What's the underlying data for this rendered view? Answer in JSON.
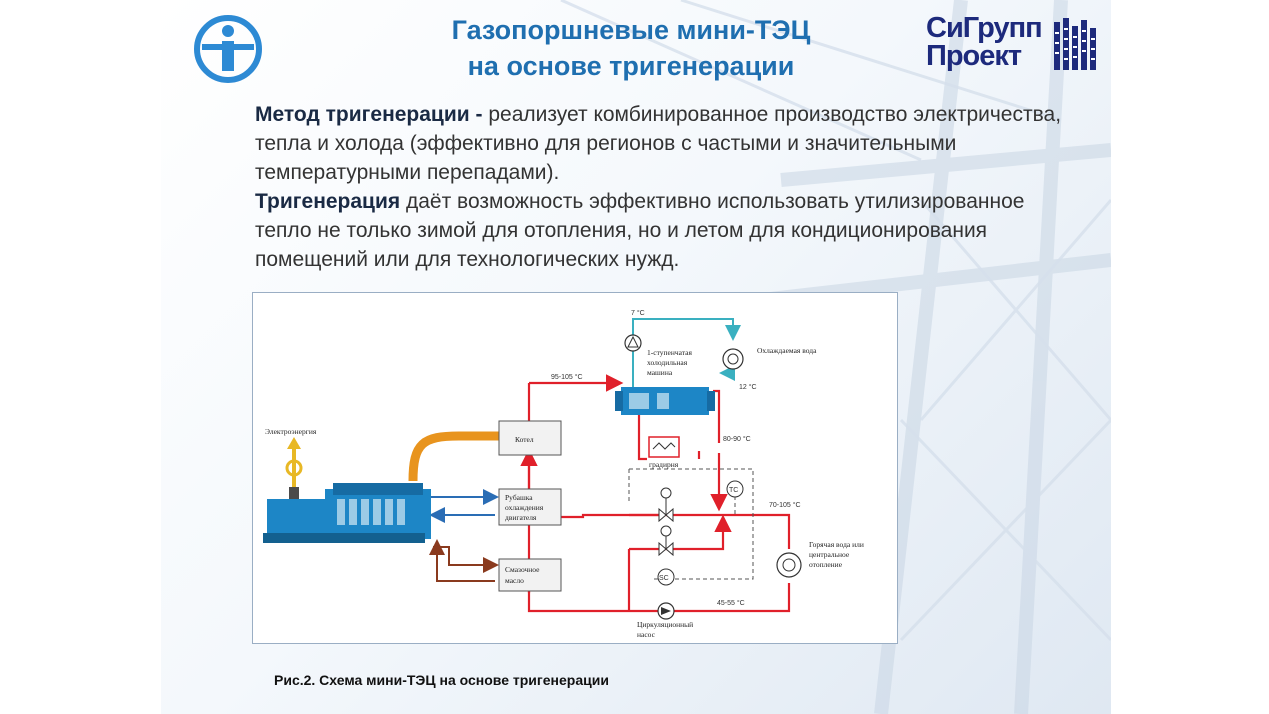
{
  "title": {
    "line1": "Газопоршневые мини-ТЭЦ",
    "line2": "на основе тригенерации"
  },
  "logo": {
    "brand_line1": "СиГрупп",
    "brand_line2": "Проект"
  },
  "body": {
    "p1_bold": "Метод тригенерации -",
    "p1_text": " реализует комбинированное производство электричества, тепла и холода (эффективно для регионов с частыми и значительными температурными перепадами).",
    "p2_bold": "Тригенерация",
    "p2_text": " даёт возможность эффективно использовать утилизированное тепло не только зимой для отопления, но и летом для кондиционирования помещений или для технологических нужд."
  },
  "diagram": {
    "electricity": "Электроэнергия",
    "boiler": "Котел",
    "jacket_line1": "Рубашка",
    "jacket_line2": "охлаждения",
    "jacket_line3": "двигателя",
    "oil_line1": "Смазочное",
    "oil_line2": "масло",
    "chiller_line1": "1-ступенчатая",
    "chiller_line2": "холодильная",
    "chiller_line3": "машина",
    "chilled_water": "Охлаждаемая вода",
    "cooling_tower": "градирня",
    "hot_water_line1": "Горячая вода или",
    "hot_water_line2": "центральное",
    "hot_water_line3": "отопление",
    "pump_line1": "Циркуляционный",
    "pump_line2": "насос",
    "t_7": "7 °C",
    "t_12": "12 °C",
    "t_95_105": "95-105 °C",
    "t_80_90": "80-90 °C",
    "t_70_105": "70-105 °C",
    "t_45_55": "45-55 °C",
    "tc": "TC",
    "sc": "SC"
  },
  "caption": "Рис.2. Схема мини-ТЭЦ на основе тригенерации",
  "colors": {
    "title": "#1f6fb0",
    "hot_pipe": "#e0202a",
    "cold_pipe": "#3ab0c0",
    "exhaust": "#e8941e",
    "jacket_arrow": "#2a6db5",
    "oil_arrow": "#8a3a1e",
    "equipment": "#1d86c6"
  }
}
